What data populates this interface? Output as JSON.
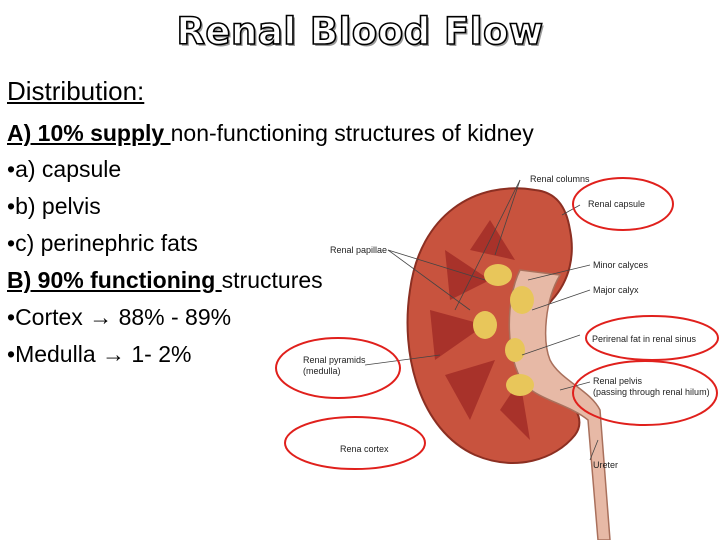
{
  "slide": {
    "title": "Renal Blood Flow",
    "subtitle": "Distribution:",
    "line_a_prefix": "A) 10% supply ",
    "line_a_rest": "non-functioning structures of kidney",
    "a_items": [
      "a) capsule",
      "b) pelvis",
      "c) perinephric fats"
    ],
    "line_b_prefix": "B) 90% functioning ",
    "line_b_rest": "structures",
    "b_items": [
      "Cortex → 88% - 89%",
      "Medulla → 1- 2%"
    ],
    "bullet": "•"
  },
  "diagram": {
    "labels": {
      "renal_columns": "Renal columns",
      "renal_capsule": "Renal capsule",
      "renal_papillae": "Renal papillae",
      "minor_calyces": "Minor calyces",
      "major_calyx": "Major calyx",
      "perirenal_fat": "Perirenal fat in renal sinus",
      "renal_pyramids": "Renal pyramids",
      "renal_pyramids_sub": "(medulla)",
      "renal_pelvis": "Renal pelvis",
      "renal_pelvis_sub": "(passing through renal hilum)",
      "renal_cortex": "Rena  cortex",
      "ureter": "Ureter"
    },
    "colors": {
      "highlight": "#e0201c",
      "cortex": "#c8533e",
      "medulla": "#a8322a",
      "fat": "#e8c65a",
      "pelvis": "#e7b9a6"
    }
  }
}
